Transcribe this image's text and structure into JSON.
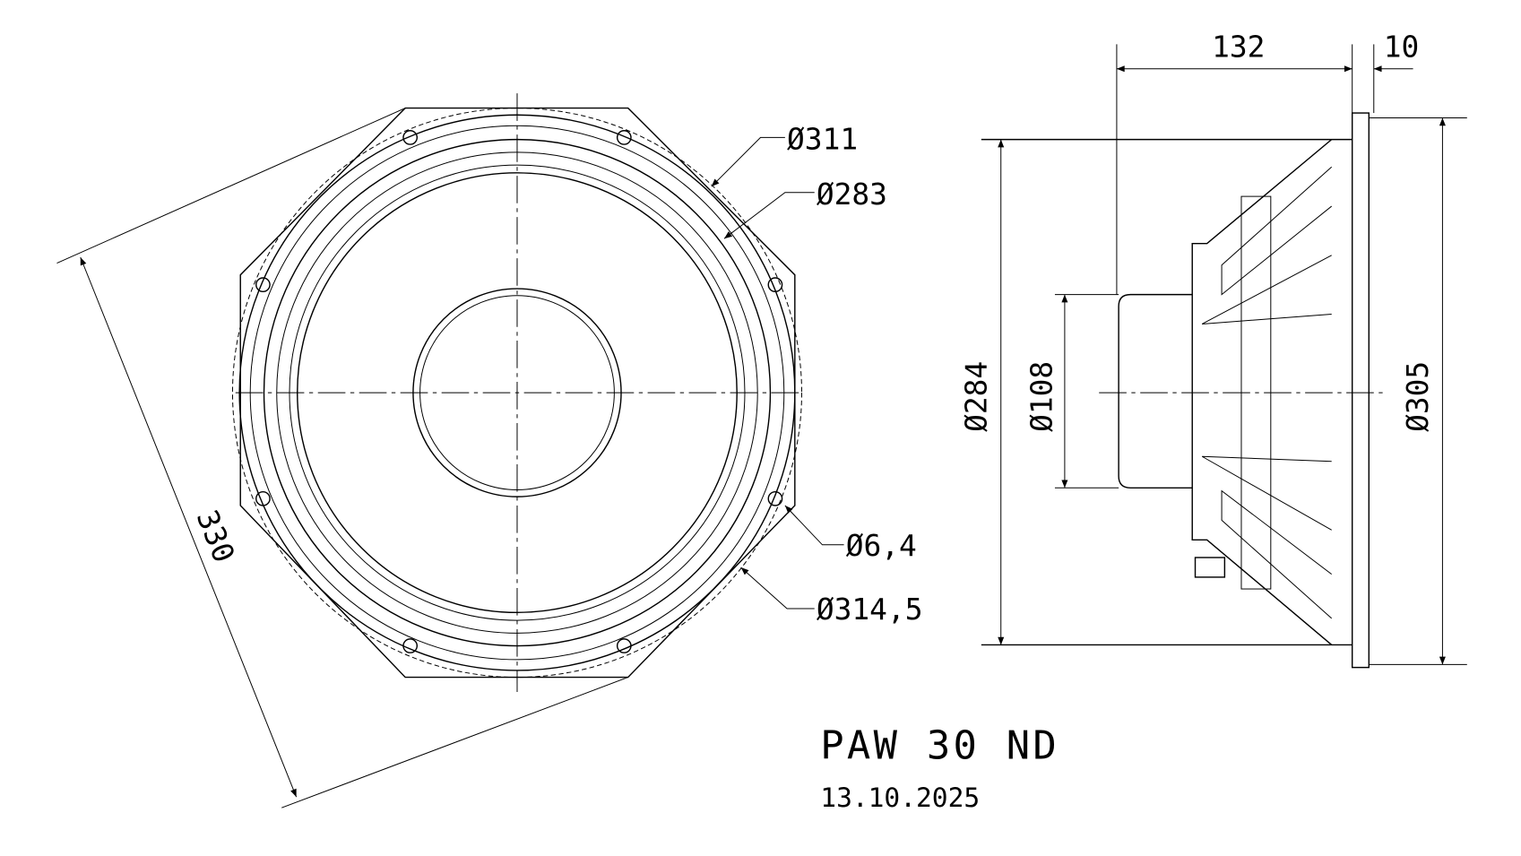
{
  "title": "PAW 30 ND",
  "date": "13.10.2025",
  "front_view": {
    "dimensions": {
      "outer_diameter": "Ø311",
      "cone_diameter": "Ø283",
      "hole_diameter": "Ø6,4",
      "bolt_circle": "Ø314,5",
      "flange_width": "330"
    }
  },
  "side_view": {
    "dimensions": {
      "depth": "132",
      "flange_thickness": "10",
      "basket_diameter": "Ø284",
      "magnet_diameter": "Ø108",
      "flange_diameter": "Ø305"
    }
  }
}
